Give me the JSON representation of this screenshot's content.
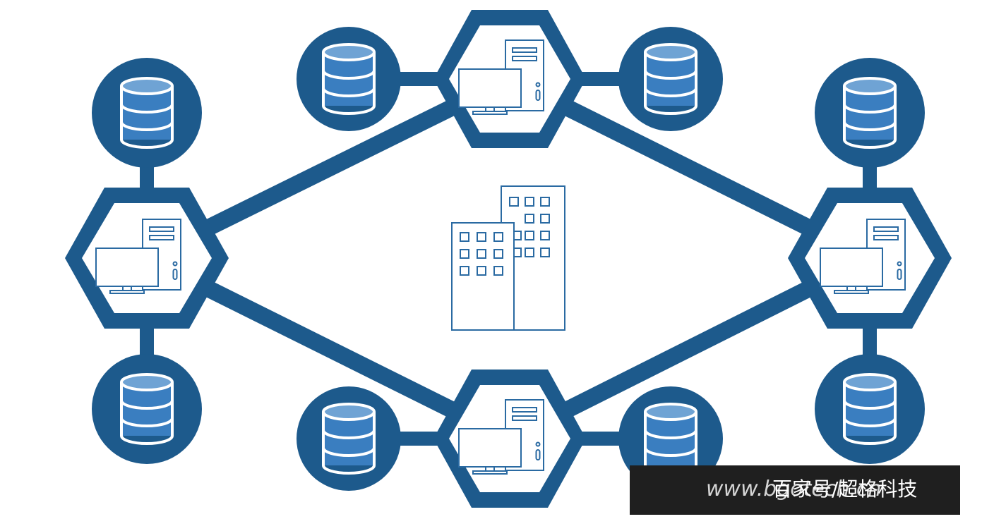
{
  "colors": {
    "background": "#ffffff",
    "primary_dark_blue": "#1d5a8c",
    "database_fill": "#3a7ec0",
    "database_highlight": "#ffffff",
    "icon_outline": "#2a6aa2",
    "watermark_background": "#1f1f1f"
  },
  "diagram": {
    "center": {
      "icon": "office-buildings-icon"
    },
    "nodes": [
      {
        "id": "top",
        "icon": "desktop-computer-icon",
        "databases": [
          "database-icon",
          "database-icon"
        ]
      },
      {
        "id": "left",
        "icon": "desktop-computer-icon",
        "databases": [
          "database-icon",
          "database-icon"
        ]
      },
      {
        "id": "right",
        "icon": "desktop-computer-icon",
        "databases": [
          "database-icon",
          "database-icon"
        ]
      },
      {
        "id": "bottom",
        "icon": "desktop-computer-icon",
        "databases": [
          "database-icon",
          "database-icon"
        ]
      }
    ],
    "links": [
      [
        "left",
        "top"
      ],
      [
        "top",
        "right"
      ],
      [
        "right",
        "bottom"
      ],
      [
        "bottom",
        "left"
      ]
    ]
  },
  "watermark": {
    "url": "www.bgotech.cn",
    "label": "百家号/超格科技"
  }
}
